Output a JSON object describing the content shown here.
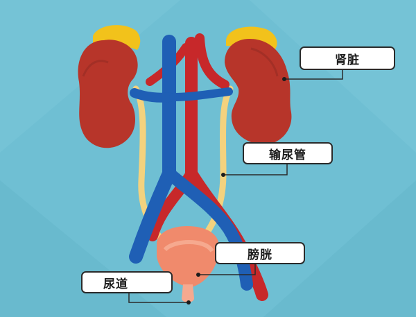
{
  "labels": {
    "kidney": "肾脏",
    "ureter": "输尿管",
    "bladder": "膀胱",
    "urethra": "尿道"
  },
  "colors": {
    "background": "#6fbfd3",
    "kidney": "#b7352a",
    "adrenal_gland": "#f2c21b",
    "ureter": "#f4d27e",
    "vein": "#1f5fb5",
    "artery": "#c7282a",
    "bladder": "#f08a6c"
  }
}
